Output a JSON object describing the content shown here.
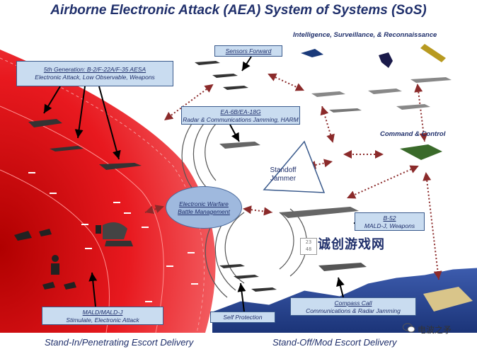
{
  "title": "Airborne Electronic Attack (AEA) System of Systems (SoS)",
  "isr_label": "Intelligence, Surveillance, & Reconnaissance",
  "command_control_label": "Command & Control",
  "boxes": {
    "gen5": {
      "line1": "5th Generation: B-2/F-22A/F-35 AESA",
      "line2": "Electronic Attack, Low Observable, Weapons"
    },
    "sensors_forward": {
      "line1": "Sensors Forward"
    },
    "ea6b": {
      "line1": "EA-6B/EA-18G",
      "line2": "Radar & Communications Jamming, HARM"
    },
    "b52": {
      "line1": "B-52",
      "line2": "MALD-J, Weapons"
    },
    "mald": {
      "line1": "MALD/MALD-J",
      "line2": "Stimulate, Electronic Attack"
    },
    "self_protection": {
      "line1": "Self Protection"
    },
    "compass_call": {
      "line1": "Compass Call",
      "line2": "Communications & Radar Jamming"
    }
  },
  "ewbm": {
    "line1": "Electronic Warfare",
    "line2": "Battle Management"
  },
  "standoff_jammer": {
    "line1": "Standoff",
    "line2": "Jammer"
  },
  "footer": {
    "left": "Stand-In/Penetrating Escort Delivery",
    "right": "Stand-Off/Mod Escort Delivery"
  },
  "watermark": {
    "cn": "诚创游戏网",
    "box": "23\n48"
  },
  "wechat": {
    "label": "电波之矛"
  },
  "colors": {
    "threat_zone": "#e8191f",
    "navy": "#1f2f6b",
    "box_fill": "#c9dcf0",
    "link_dots": "#8b2a2a",
    "sea": "#2f4f9c"
  }
}
